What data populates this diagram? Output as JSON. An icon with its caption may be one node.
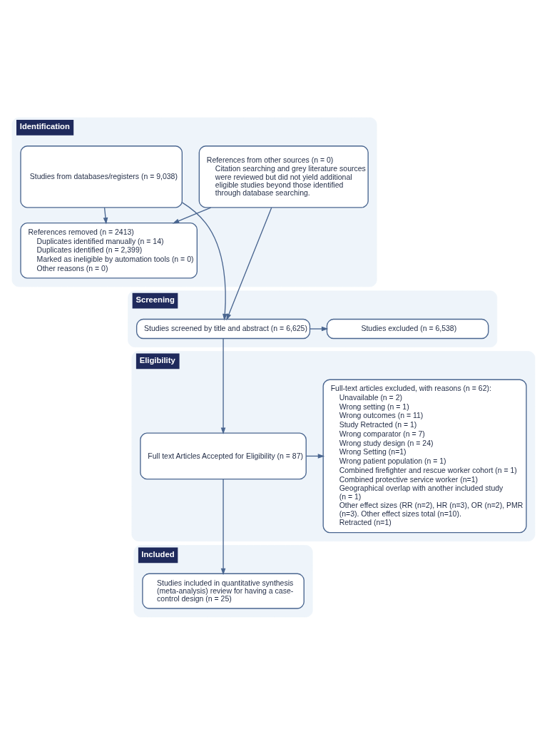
{
  "diagram": {
    "nodes": [
      {
        "text": [
          "Identification"
        ]
      },
      {
        "text": [
          "Studies from databases/registers (n = 9,038)"
        ],
        "in": 0
      },
      {
        "text": [
          "References from other sources (n = 0)",
          "Citation searching and grey literature sources were reviewed but did not yield additional eligible studies beyond those identified through database searching."
        ],
        "in": 0
      },
      {
        "text": [
          "References removed (n = 2413)",
          "Duplicates identified manually (n = 14)",
          "Duplicates identified (n = 2,399)",
          "Marked as ineligible by automation tools (n = 0)",
          "Other reasons (n = 0)"
        ],
        "in": 0
      },
      {
        "text": [
          "Screening"
        ]
      },
      {
        "text": [
          "Studies screened by title and abstract (n = 6,625)"
        ],
        "in": 4
      },
      {
        "text": [
          "Studies excluded (n = 6,538)"
        ],
        "in": 4
      },
      {
        "text": [
          "Eligibility"
        ]
      },
      {
        "text": [
          "Full text Articles Accepted for Eligibility (n = 87)"
        ],
        "in": 7
      },
      {
        "text": [
          "Full-text articles excluded, with reasons (n = 62):",
          "Unavailable (n = 2)",
          "Wrong setting (n = 1)",
          "Wrong outcomes (n = 11)",
          "Study Retracted (n = 1)",
          "Wrong comparator (n = 7)",
          "Wrong study design (n = 24)",
          "Wrong Setting (n=1)",
          "Wrong patient population (n = 1)",
          "Combined firefighter and rescue worker cohort (n = 1)",
          "Combined protective service worker (n=1)",
          "Geographical overlap with another included study (n = 1)",
          "Other effect sizes (RR (n=2), HR (n=3), OR (n=2), PMR (n=3). Other effect sizes total (n=10).",
          "Retracted (n=1)"
        ],
        "in": 7
      },
      {
        "text": [
          "Included"
        ]
      },
      {
        "text": [
          "Studies included in quantitative synthesis (meta-analysis) review for having a case-control design (n = 25)"
        ],
        "in": 10
      }
    ],
    "edges": [
      {
        "from": 1,
        "to": 5,
        "arrow": "to"
      },
      {
        "from": 2,
        "to": 5,
        "arrow": "to"
      },
      {
        "from": 1,
        "to": 3,
        "arrow": "to"
      },
      {
        "from": 2,
        "to": 3,
        "arrow": "to"
      },
      {
        "from": 5,
        "to": 6,
        "arrow": "to"
      },
      {
        "from": 5,
        "to": 8,
        "arrow": "to"
      },
      {
        "from": 8,
        "to": 9,
        "arrow": "to"
      },
      {
        "from": 8,
        "to": 11,
        "arrow": "to"
      }
    ]
  }
}
